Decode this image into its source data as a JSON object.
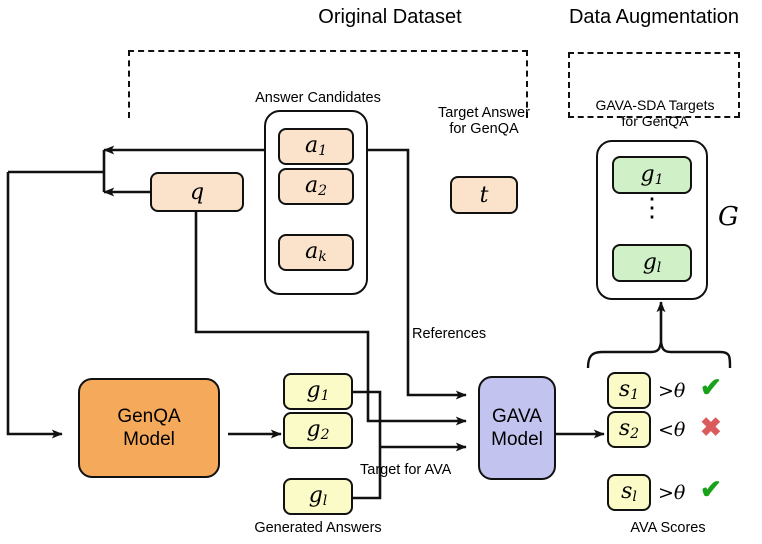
{
  "figure": {
    "sections": [
      {
        "id": "original-dataset",
        "title": "Original Dataset"
      },
      {
        "id": "data-augmentation",
        "title": "Data Augmentation"
      }
    ],
    "captions": {
      "answer_candidates": "Answer Candidates",
      "target_answer": "Target Answer\nfor GenQA",
      "gava_sda_targets": "GAVA-SDA Targets\nfor GenQA",
      "generated_answers": "Generated Answers",
      "ava_scores": "AVA Scores",
      "references": "References",
      "target_for_ava": "Target for AVA"
    },
    "nodes": {
      "question": {
        "label": "q",
        "color": "#fae2cb"
      },
      "target_answer": {
        "label": "t",
        "color": "#fae2cb"
      },
      "answer_candidates": [
        {
          "label": "a",
          "sub": "1",
          "color": "#fae2cb"
        },
        {
          "label": "a",
          "sub": "2",
          "color": "#fae2cb"
        },
        {
          "label": "a",
          "sub": "k",
          "color": "#fae2cb"
        }
      ],
      "generated_answers": [
        {
          "label": "g",
          "sub": "1",
          "color": "#fbfbc8"
        },
        {
          "label": "g",
          "sub": "2",
          "color": "#fbfbc8"
        },
        {
          "label": "g",
          "sub": "l",
          "color": "#fbfbc8"
        }
      ],
      "gava_sda_targets": [
        {
          "label": "g",
          "sub": "1",
          "color": "#d0f0c8"
        },
        {
          "label": "g",
          "sub": "l",
          "color": "#d0f0c8"
        }
      ],
      "ava_scores": [
        {
          "label": "s",
          "sub": "1",
          "color": "#fbfbc8",
          "condition": ">θ",
          "verdict": "✔",
          "verdict_name": "check"
        },
        {
          "label": "s",
          "sub": "2",
          "color": "#fbfbc8",
          "condition": "<θ",
          "verdict": "✖",
          "verdict_name": "cross"
        },
        {
          "label": "s",
          "sub": "l",
          "color": "#fbfbc8",
          "condition": ">θ",
          "verdict": "✔",
          "verdict_name": "check"
        }
      ],
      "models": [
        {
          "id": "genqa-model",
          "line1": "GenQA",
          "line2": "Model",
          "color": "#f5a95a"
        },
        {
          "id": "gava-model",
          "line1": "GAVA",
          "line2": "Model",
          "color": "#c3c3f0"
        }
      ],
      "set_label_G": "G",
      "dots": "⋮"
    },
    "colors": {
      "peach": "#fae2cb",
      "cream": "#fbfbc8",
      "green": "#d0f0c8",
      "orange": "#f5a95a",
      "lavender": "#c3c3f0",
      "check_green": "#1aa11a",
      "cross_red": "#d95b5b",
      "stroke": "#111111",
      "background": "#ffffff"
    }
  }
}
